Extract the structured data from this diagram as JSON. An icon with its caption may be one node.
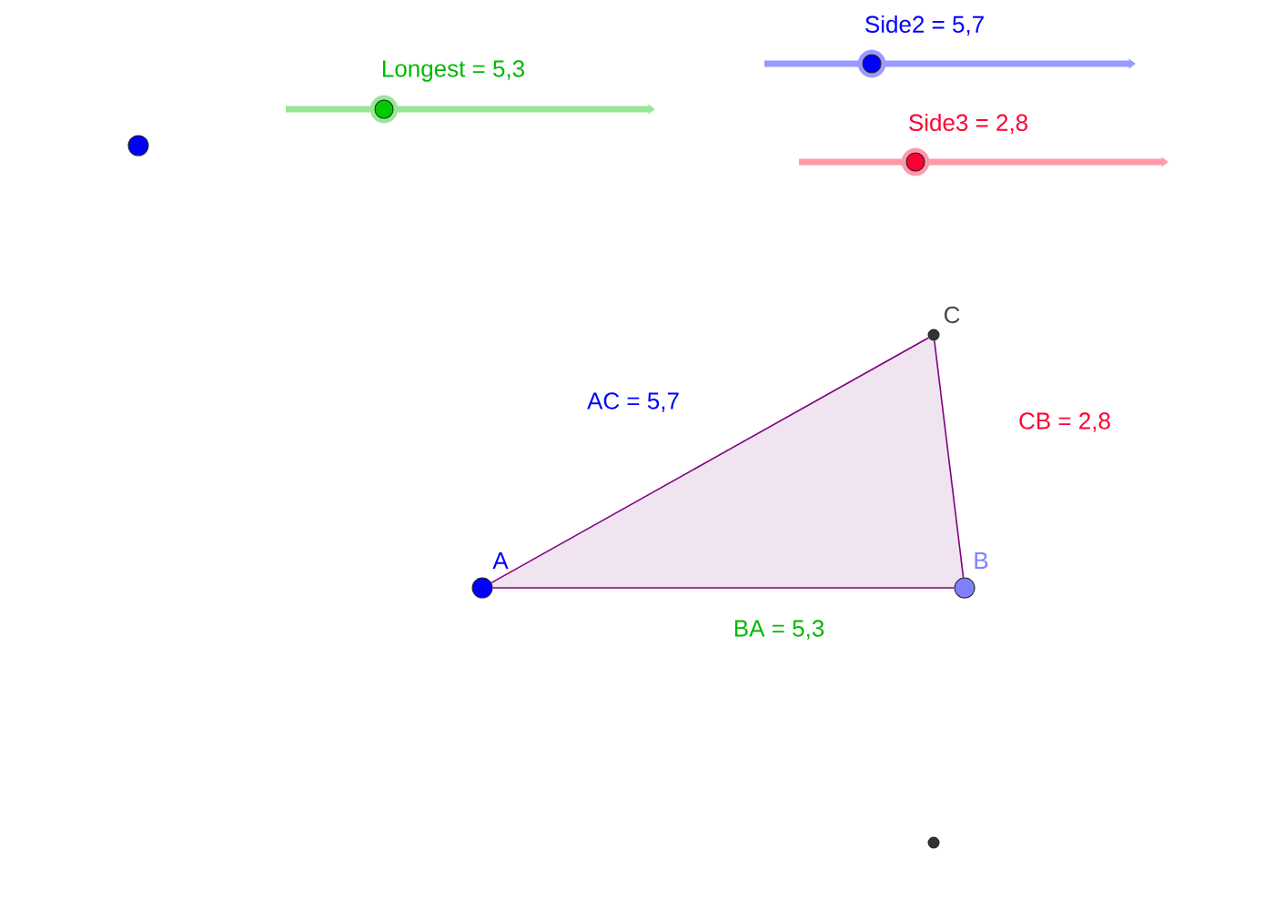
{
  "diagram": {
    "nodes": [
      {
        "text": [
          "A"
        ]
      },
      {
        "text": [
          "B"
        ]
      },
      {
        "text": [
          "C"
        ]
      },
      {
        "text": [],
        "shape": "circle"
      },
      {
        "text": [],
        "shape": "circle"
      }
    ],
    "edges": [
      {
        "from": 0,
        "to": 1,
        "arrow": "none",
        "label": "BA = 5,3"
      },
      {
        "from": 1,
        "to": 2,
        "arrow": "none",
        "label": "CB = 2,8"
      },
      {
        "from": 2,
        "to": 0,
        "arrow": "none",
        "label": "AC = 5,7"
      }
    ],
    "labels": [
      "Longest = 5,3",
      "Side2 = 5,7",
      "Side3 = 2,8"
    ]
  }
}
